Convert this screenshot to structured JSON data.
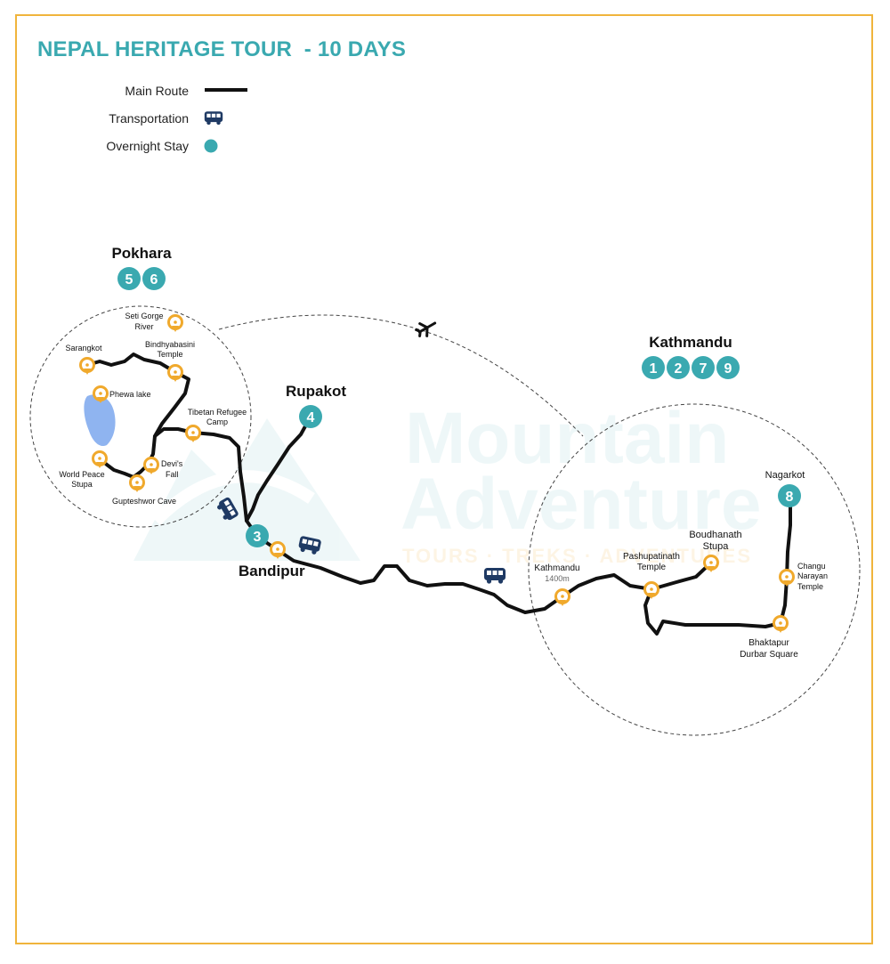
{
  "title": "NEPAL HERITAGE TOUR  - 10 DAYS",
  "legend": [
    {
      "label": "Main Route",
      "icon": "main-route-line-icon"
    },
    {
      "label": "Transportation",
      "icon": "bus-icon"
    },
    {
      "label": "Overnight Stay",
      "icon": "overnight-stay-dot-icon"
    }
  ],
  "colors": {
    "teal": "#3aa9b0",
    "pin": "#f0a92c",
    "route": "#111111",
    "bus": "#1f3a64",
    "frame": "#f0b43c",
    "lake": "#8fb4f0"
  },
  "watermark": {
    "line1": "Mountain",
    "line2": "Adventure",
    "line3": "TOURS · TREKS · ADVENTURES"
  },
  "regions": {
    "pokhara": {
      "name": "Pokhara",
      "days": [
        "5",
        "6"
      ]
    },
    "kathmandu": {
      "name": "Kathmandu",
      "days": [
        "1",
        "2",
        "7",
        "9"
      ]
    }
  },
  "stops": {
    "rupakot": {
      "name": "Rupakot",
      "day": "4"
    },
    "bandipur": {
      "name": "Bandipur",
      "day": "3"
    },
    "nagarkot": {
      "name": "Nagarkot",
      "day": "8"
    }
  },
  "places": {
    "seti": [
      "Seti Gorge",
      "River"
    ],
    "sarangkot": [
      "Sarangkot"
    ],
    "bindhyabasini": [
      "Bindhyabasini",
      "Temple"
    ],
    "phewa": [
      "Phewa lake"
    ],
    "tibetan": [
      "Tibetan Refugee",
      "Camp"
    ],
    "devis": [
      "Devi's",
      "Fall"
    ],
    "world_peace": [
      "World Peace",
      "Stupa"
    ],
    "gupteshwor": [
      "Gupteshwor Cave"
    ],
    "kathmandu_city": [
      "Kathmandu"
    ],
    "kathmandu_alt": "1400m",
    "pashupatinath": [
      "Pashupatinath",
      "Temple"
    ],
    "boudhanath": [
      "Boudhanath",
      "Stupa"
    ],
    "changu": [
      "Changu",
      "Narayan",
      "Temple"
    ],
    "bhaktapur": [
      "Bhaktapur",
      "Durbar Square"
    ]
  }
}
